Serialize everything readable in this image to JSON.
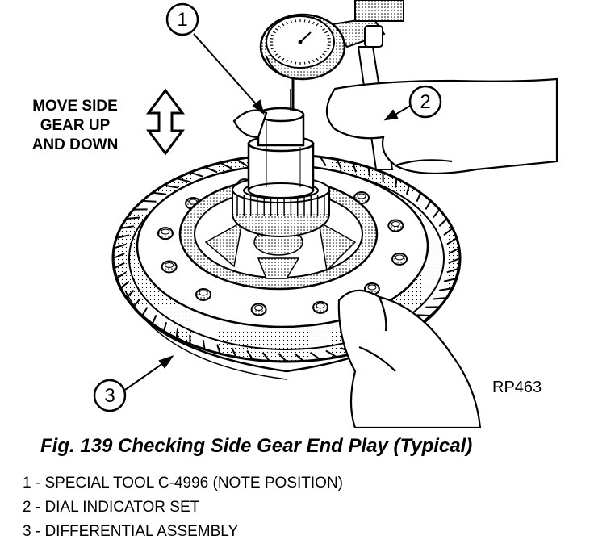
{
  "figure": {
    "callouts": {
      "c1": "1",
      "c2": "2",
      "c3": "3"
    },
    "move_label": [
      "MOVE SIDE",
      "GEAR UP",
      "AND DOWN"
    ],
    "ref_code": "RP463"
  },
  "caption": "Fig. 139 Checking Side Gear End Play (Typical)",
  "legend": [
    "1 - SPECIAL TOOL C-4996 (NOTE POSITION)",
    "2 - DIAL INDICATOR SET",
    "3 - DIFFERENTIAL ASSEMBLY"
  ]
}
